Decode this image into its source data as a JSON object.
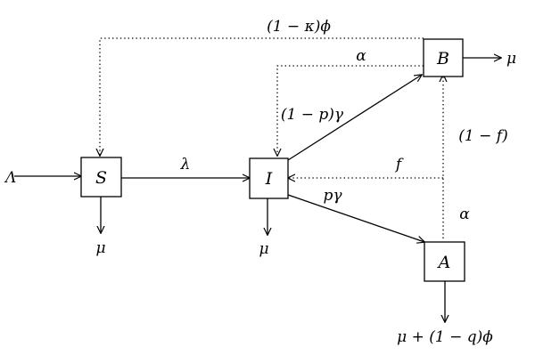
{
  "nodes": {
    "S": "S",
    "I": "I",
    "B": "B",
    "A": "A"
  },
  "labels": {
    "recruitment": "Λ",
    "infection_rate": "λ",
    "death_S": "μ",
    "death_I": "μ",
    "death_B": "μ",
    "death_A": "μ + (1 − q)ϕ",
    "B_to_S_dotted": "(1 − κ)ϕ",
    "B_to_I_dotted": "α",
    "I_to_B": "(1 − p)γ",
    "I_to_A": "pγ",
    "A_to_B_fraction": "(1 − f)",
    "A_to_I_fraction": "f",
    "A_dotted_rate": "α"
  }
}
